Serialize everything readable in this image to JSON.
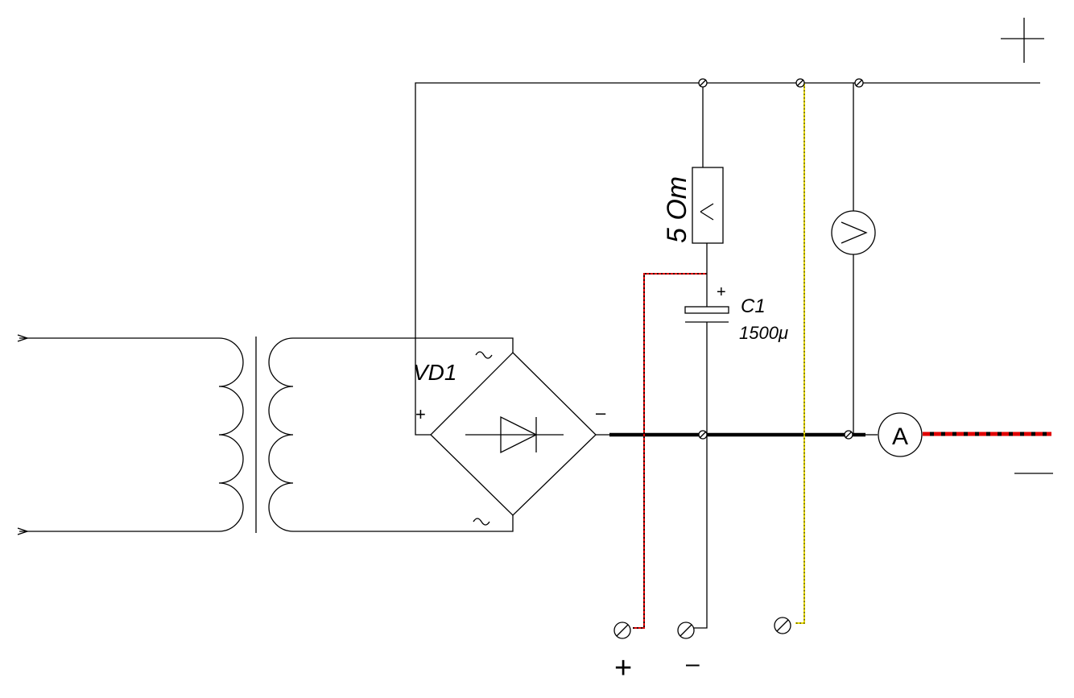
{
  "resistor": {
    "label": "5 Om"
  },
  "capacitor": {
    "name": "C1",
    "value": "1500μ",
    "polarity": "+"
  },
  "bridge": {
    "name": "VD1",
    "plus": "+",
    "minus": "–"
  },
  "meters": {
    "voltmeter": "V",
    "ammeter": "A"
  },
  "terminals": {
    "plus": "+",
    "minus": "–"
  },
  "colors": {
    "wire": "#000000",
    "red_probe": "#e00000",
    "yellow_probe": "#e6d800"
  }
}
